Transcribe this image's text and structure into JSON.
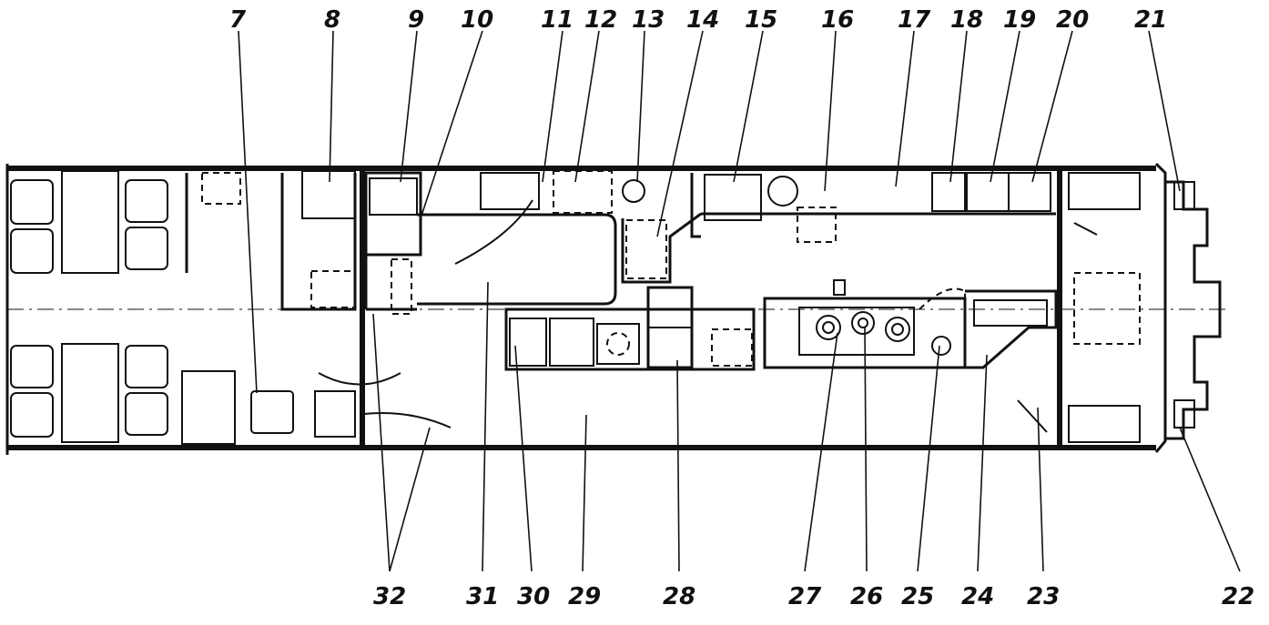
{
  "callouts_top": [
    "7",
    "8",
    "9",
    "10",
    "11",
    "12",
    "13",
    "14",
    "15",
    "16",
    "17",
    "18",
    "19",
    "20",
    "21"
  ],
  "callouts_bottom": [
    "32",
    "31",
    "30",
    "29",
    "28",
    "27",
    "26",
    "25",
    "24",
    "23",
    "22"
  ]
}
